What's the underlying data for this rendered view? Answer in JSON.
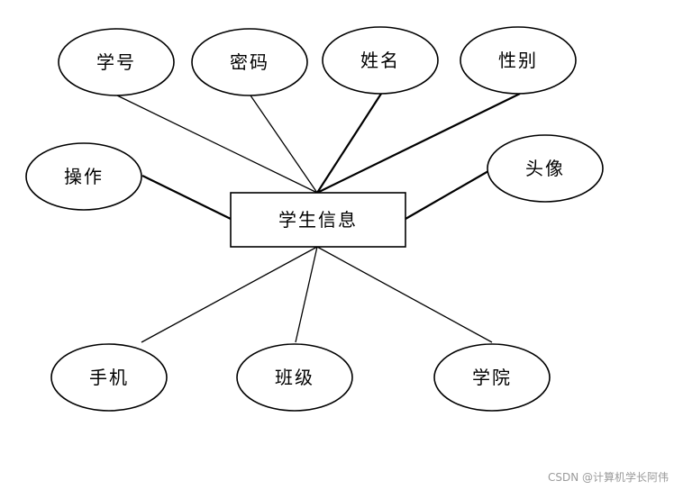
{
  "entity": {
    "label": "学生信息"
  },
  "attributes": {
    "student_no": "学号",
    "password": "密码",
    "name": "姓名",
    "gender": "性别",
    "operation": "操作",
    "avatar": "头像",
    "phone": "手机",
    "class": "班级",
    "college": "学院"
  },
  "watermark": "CSDN @计算机学长阿伟"
}
